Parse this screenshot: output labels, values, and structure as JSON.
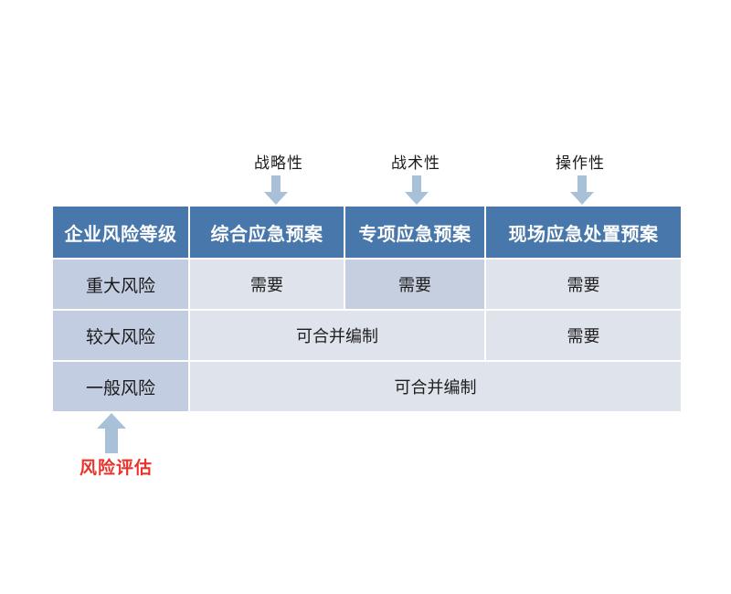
{
  "diagram": {
    "title_annotations": [
      {
        "label": "战略性",
        "icon": "arrow-down-icon"
      },
      {
        "label": "战术性",
        "icon": "arrow-down-icon"
      },
      {
        "label": "操作性",
        "icon": "arrow-down-icon"
      }
    ],
    "bottom_annotation": {
      "label": "风险评估",
      "icon": "arrow-up-icon",
      "color": "#e8342c"
    },
    "colors": {
      "header_background": "#4877ab",
      "header_text": "#ffffff",
      "row_header_background": "#c3cde1",
      "cell_background": "#dfe3ec",
      "highlight_background": "#c5cfe0",
      "arrow": "#a8c0d8",
      "annotation_red": "#e8342c"
    }
  },
  "table": {
    "headers": [
      "企业风险等级",
      "综合应急预案",
      "专项应急预案",
      "现场应急处置预案"
    ],
    "rows": [
      {
        "level": "重大风险",
        "cells": [
          {
            "text": "需要",
            "span": 1,
            "highlight": false
          },
          {
            "text": "需要",
            "span": 1,
            "highlight": true
          },
          {
            "text": "需要",
            "span": 1,
            "highlight": false
          }
        ]
      },
      {
        "level": "较大风险",
        "cells": [
          {
            "text": "可合并编制",
            "span": 2,
            "highlight": false
          },
          {
            "text": "需要",
            "span": 1,
            "highlight": false
          }
        ]
      },
      {
        "level": "一般风险",
        "cells": [
          {
            "text": "可合并编制",
            "span": 3,
            "highlight": false
          }
        ]
      }
    ]
  }
}
